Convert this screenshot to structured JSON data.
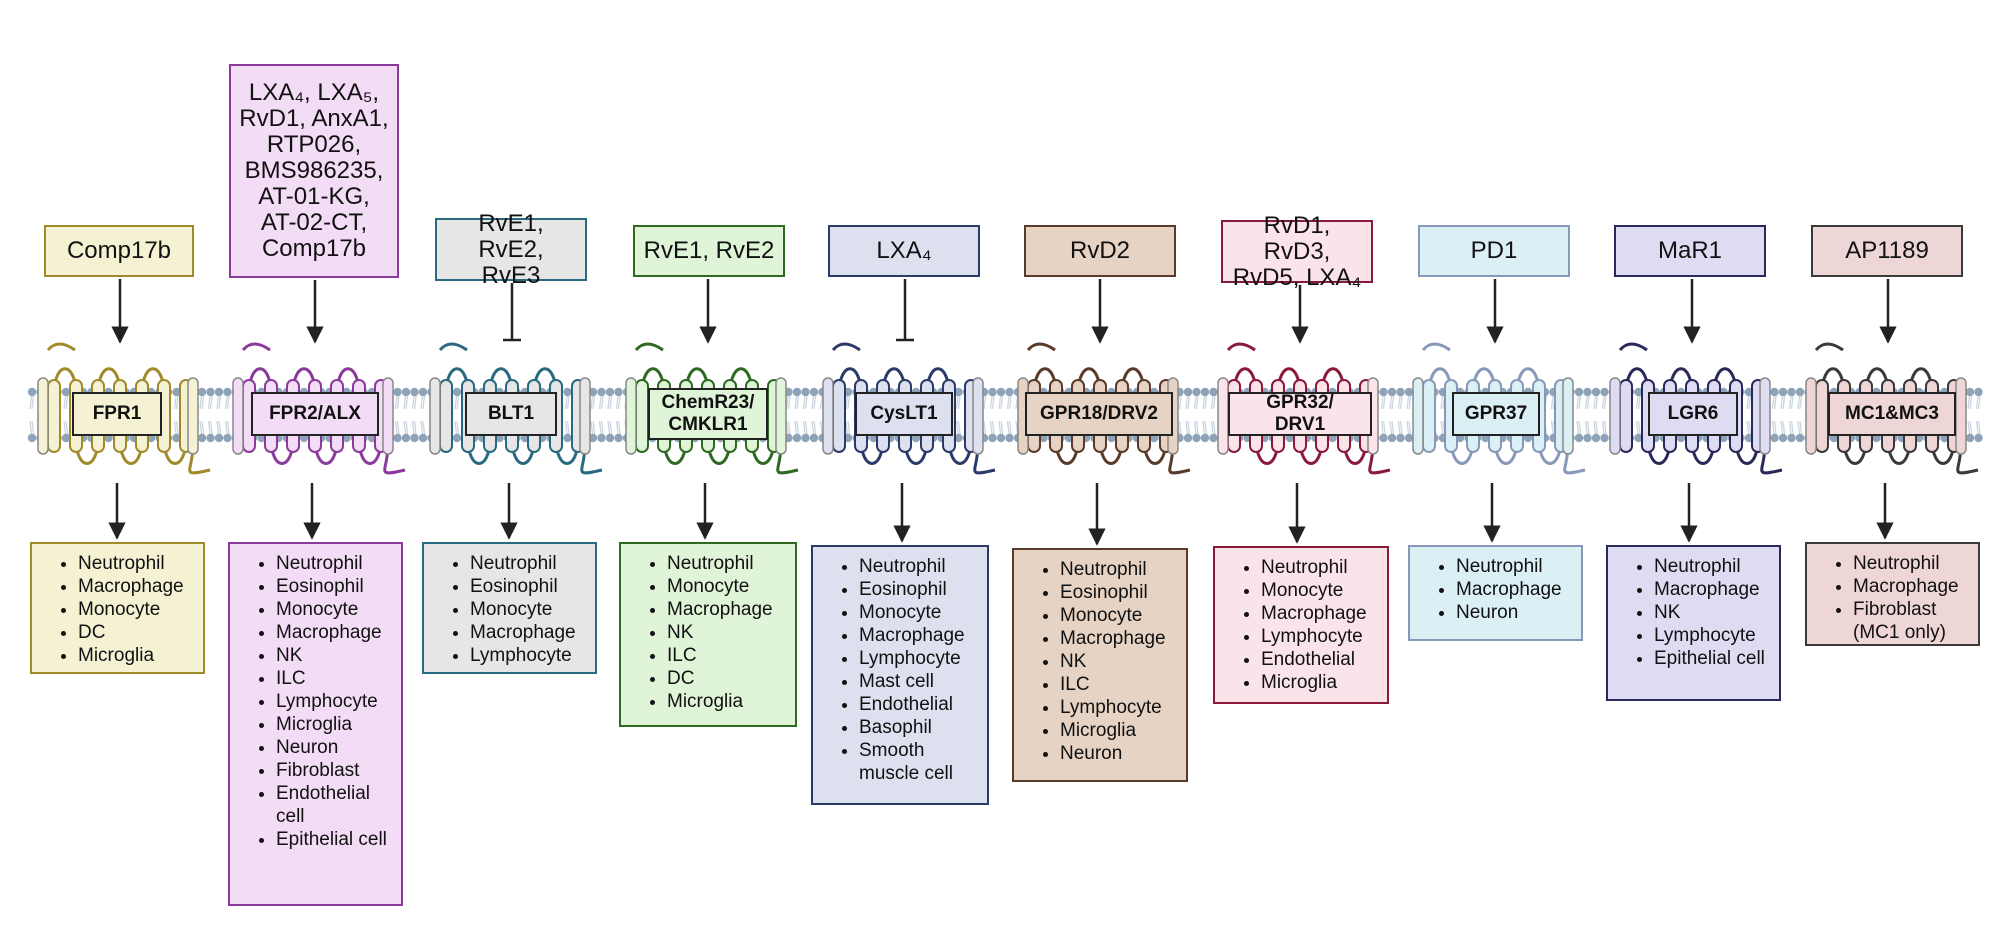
{
  "colors": {
    "membrane_head": "#8fa3b8",
    "membrane_tail": "#c9d3de",
    "arrow": "#222222"
  },
  "receptors": [
    {
      "id": "fpr1",
      "receptor": "FPR1",
      "ligand": "Comp17b",
      "effect": "activate",
      "color": "#a08a2a",
      "fill": "#f5f2d4",
      "cells": [
        "Neutrophil",
        "Macrophage",
        "Monocyte",
        "DC",
        "Microglia"
      ]
    },
    {
      "id": "fpr2",
      "receptor": "FPR2/ALX",
      "ligand": "LXA₄, LXA₅,\nRvD1, AnxA1,\nRTP026,\nBMS986235,\nAT-01-KG,\nAT-02-CT,\nComp17b",
      "effect": "activate",
      "color": "#8a3a9a",
      "fill": "#f3dcf5",
      "cells": [
        "Neutrophil",
        "Eosinophil",
        "Monocyte",
        "Macrophage",
        "NK",
        "ILC",
        "Lymphocyte",
        "Microglia",
        "Neuron",
        "Fibroblast",
        "Endothelial cell",
        "Epithelial cell"
      ]
    },
    {
      "id": "blt1",
      "receptor": "BLT1",
      "ligand": "RvE1, RvE2,\nRvE3",
      "effect": "inhibit",
      "color": "#2a6a80",
      "fill": "#e6e6e6",
      "cells": [
        "Neutrophil",
        "Eosinophil",
        "Monocyte",
        "Macrophage",
        "Lymphocyte"
      ]
    },
    {
      "id": "chemr23",
      "receptor": "ChemR23/\nCMKLR1",
      "ligand": "RvE1, RvE2",
      "effect": "activate",
      "color": "#2e6a22",
      "fill": "#e0f4d8",
      "cells": [
        "Neutrophil",
        "Monocyte",
        "Macrophage",
        "NK",
        "ILC",
        "DC",
        "Microglia"
      ]
    },
    {
      "id": "cyslt1",
      "receptor": "CysLT1",
      "ligand": "LXA₄",
      "effect": "inhibit",
      "color": "#2c3a6a",
      "fill": "#dde0ef",
      "cells": [
        "Neutrophil",
        "Eosinophil",
        "Monocyte",
        "Macrophage",
        "Lymphocyte",
        "Mast cell",
        "Endothelial",
        "Basophil",
        "Smooth muscle cell"
      ]
    },
    {
      "id": "gpr18",
      "receptor": "GPR18/DRV2",
      "ligand": "RvD2",
      "effect": "activate",
      "color": "#5a3a2a",
      "fill": "#e6d3c3",
      "cells": [
        "Neutrophil",
        "Eosinophil",
        "Monocyte",
        "Macrophage",
        "NK",
        "ILC",
        "Lymphocyte",
        "Microglia",
        "Neuron"
      ]
    },
    {
      "id": "gpr32",
      "receptor": "GPR32/\nDRV1",
      "ligand": "RvD1, RvD3,\nRvD5, LXA₄",
      "effect": "activate",
      "color": "#8a1a3a",
      "fill": "#fbe3ea",
      "cells": [
        "Neutrophil",
        "Monocyte",
        "Macrophage",
        "Lymphocyte",
        "Endothelial",
        "Microglia"
      ]
    },
    {
      "id": "gpr37",
      "receptor": "GPR37",
      "ligand": "PD1",
      "effect": "activate",
      "color": "#8898b8",
      "fill": "#dbf0f5",
      "cells": [
        "Neutrophil",
        "Macrophage",
        "Neuron"
      ]
    },
    {
      "id": "lgr6",
      "receptor": "LGR6",
      "ligand": "MaR1",
      "effect": "activate",
      "color": "#2a2a5a",
      "fill": "#dedcf3",
      "cells": [
        "Neutrophil",
        "Macrophage",
        "NK",
        "Lymphocyte",
        "Epithelial cell"
      ]
    },
    {
      "id": "mc1mc3",
      "receptor": "MC1&MC3",
      "ligand": "AP1189",
      "effect": "activate",
      "color": "#3a3a3a",
      "fill": "#efd6d6",
      "cells": [
        "Neutrophil",
        "Macrophage",
        "Fibroblast (MC1 only)"
      ]
    }
  ]
}
